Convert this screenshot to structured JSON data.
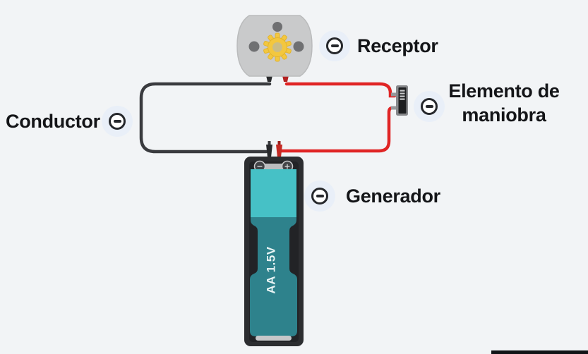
{
  "labels": {
    "receptor": "Receptor",
    "elemento_line1": "Elemento de",
    "elemento_line2": "maniobra",
    "conductor": "Conductor",
    "generador": "Generador"
  },
  "battery": {
    "label": "AA 1.5V",
    "negative": "−",
    "positive": "+"
  },
  "icons": {
    "badge": "minus-icon"
  },
  "colors": {
    "background": "#f2f4f6",
    "wire_black": "#3a3b3f",
    "wire_red": "#e02525",
    "motor_gray": "#c9cacb",
    "motor_dot": "#6f7072",
    "gear_yellow": "#f3c73f",
    "gear_center": "#cbbd86",
    "holder_dark": "#2c2d30",
    "battery_teal_bright": "#46c1c6",
    "battery_teal_dark": "#2e828c",
    "badge_halo": "#e9eff8",
    "badge_ring": "#26282c",
    "label_text": "#141518"
  }
}
